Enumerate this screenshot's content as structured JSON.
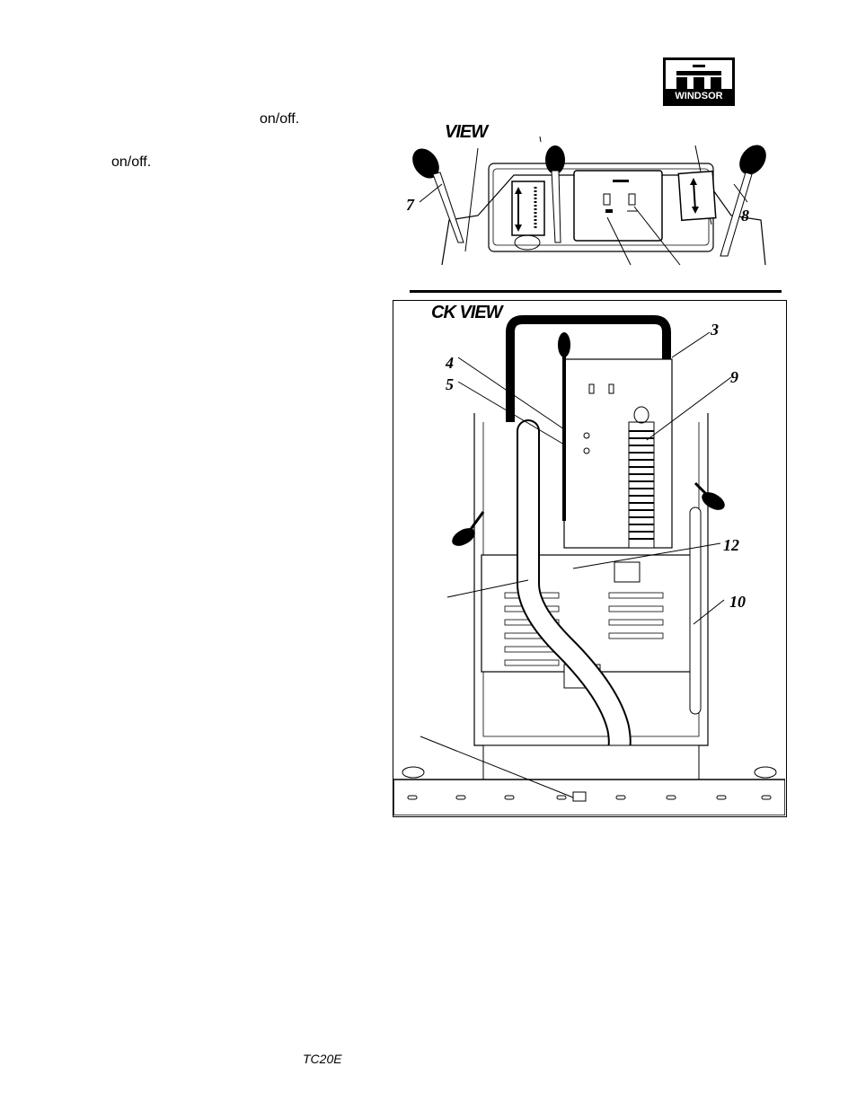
{
  "page": {
    "left_text": [
      "on/off.",
      "on/off."
    ],
    "footer_model": "TC20E"
  },
  "logo": {
    "text": "WINDSOR"
  },
  "front_view": {
    "heading": "VIEW",
    "callouts": [
      "7",
      "8"
    ]
  },
  "back_view": {
    "heading": "CK VIEW",
    "callouts": [
      "3",
      "4",
      "5",
      "9",
      "12",
      "10"
    ]
  }
}
